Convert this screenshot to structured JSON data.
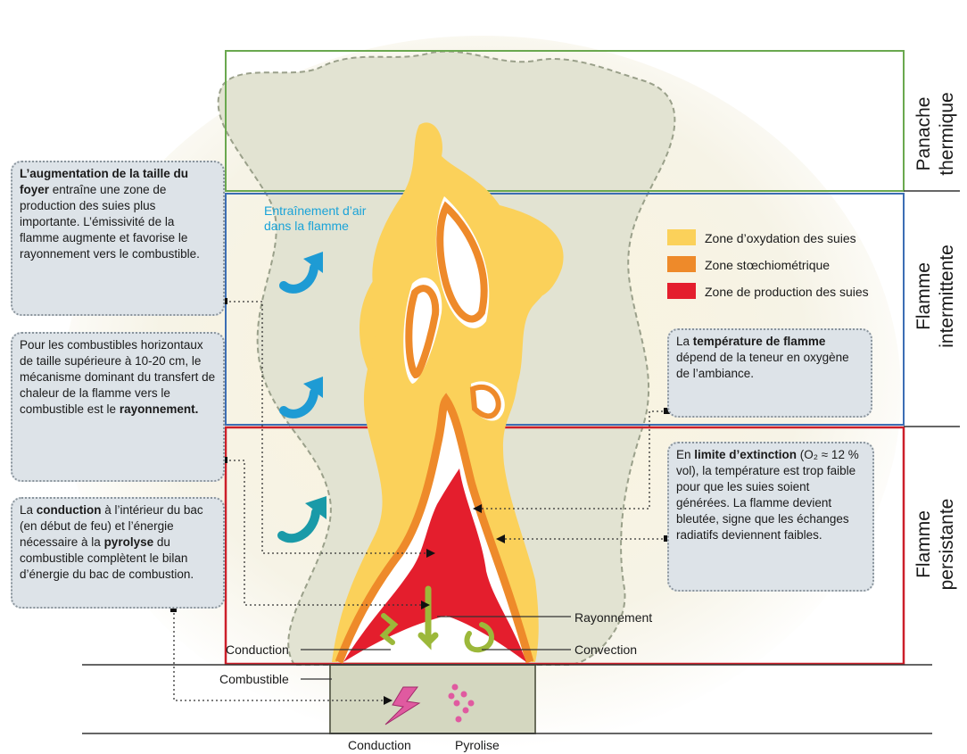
{
  "zones": {
    "panache": [
      "Panache",
      "thermique"
    ],
    "intermittente": [
      "Flamme",
      "intermittente"
    ],
    "persistante": [
      "Flamme",
      "persistante"
    ]
  },
  "legend": {
    "oxydation": "Zone d’oxydation des suies",
    "stoechio": "Zone stœchiométrique",
    "production": "Zone de production des suies"
  },
  "colors": {
    "oxydation": "#fbd15a",
    "stoechio": "#ee8a2a",
    "production": "#e41e2d",
    "panache_frame": "#6aa84f",
    "intermittente_frame": "#3c6eb4",
    "persistante_frame": "#cc1f2a"
  },
  "air_label": [
    "Entraînement d’air",
    "dans la flamme"
  ],
  "box1": {
    "bold": "L’augmentation de la taille du foyer",
    "text": " entraîne une zone de production des suies plus importante. L’émissivité de la flamme augmente et favorise le rayonnement vers le combustible."
  },
  "box2": {
    "text": "Pour les combustibles horizontaux de taille supérieure à 10-20 cm, le mécanisme dominant du transfert de chaleur de la flamme vers le combustible est le ",
    "bold": "rayonnement."
  },
  "box3": {
    "t1": "La ",
    "b1": "conduction",
    "t2": " à l’intérieur du bac (en début de feu) et l’énergie nécessaire à la ",
    "b2": "pyrolyse",
    "t3": " du combustible complètent le bilan d’énergie du bac de combustion."
  },
  "box4": {
    "t1": "La ",
    "b1": "température de flamme",
    "t2": " dépend de la teneur en oxygène de l’ambiance."
  },
  "box5": {
    "t1": "En ",
    "b1": "limite d’extinction",
    "t2": " (O₂ ≈ 12 % vol), la température est trop faible pour que les suies soient générées. La flamme devient bleutée, signe que les échanges radiatifs deviennent faibles."
  },
  "labels": {
    "rayonnement": "Rayonnement",
    "conduction_left": "Conduction",
    "convection": "Convection",
    "combustible": "Combustible",
    "conduction_bottom": "Conduction",
    "pyrolise": "Pyrolise"
  }
}
